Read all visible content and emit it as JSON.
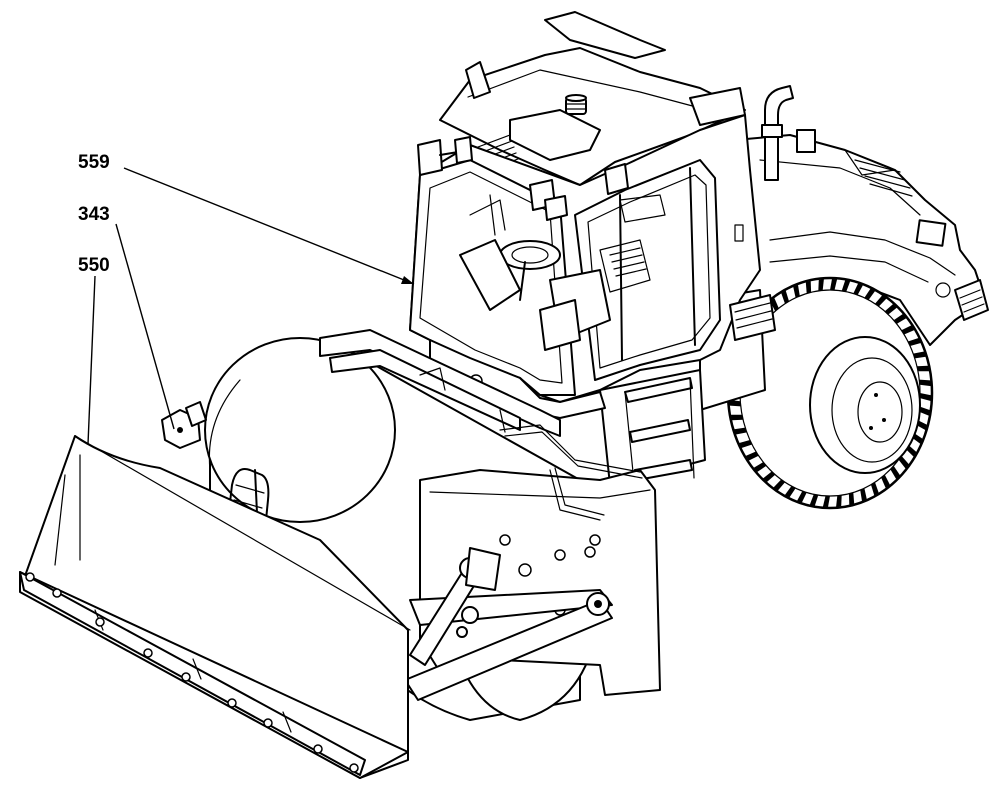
{
  "callouts": [
    {
      "id": "559",
      "label": "559",
      "target": "cab"
    },
    {
      "id": "343",
      "label": "343",
      "target": "blade-pivot-bracket"
    },
    {
      "id": "550",
      "label": "550",
      "target": "dozer-blade"
    }
  ]
}
